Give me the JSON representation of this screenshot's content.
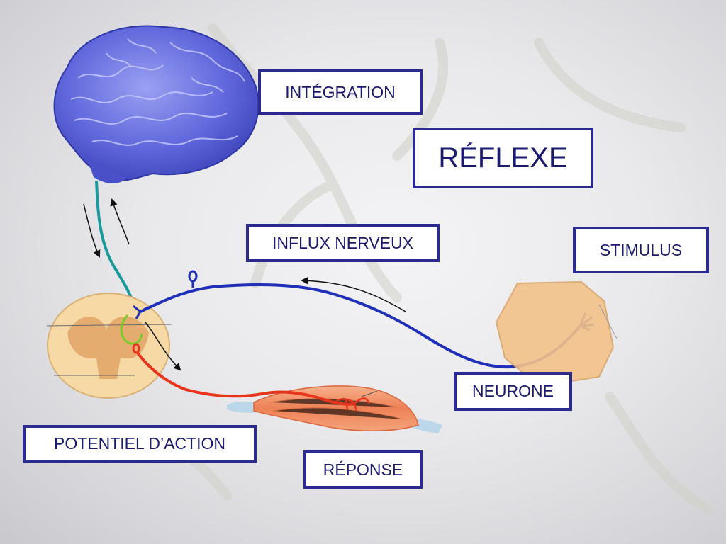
{
  "slide": {
    "title": "RÉFLEXE",
    "labels": {
      "integration": "INTÉGRATION",
      "influx": "INFLUX NERVEUX",
      "stimulus": "STIMULUS",
      "neurone": "NEURONE",
      "potentiel": "POTENTIEL D’ACTION",
      "reponse": "RÉPONSE"
    }
  },
  "colors": {
    "box_border": "#2b2b8f",
    "text": "#1a1a6e",
    "brain": "#5b62d8",
    "sensory_neuron": "#1f2fb8",
    "motor_neuron": "#e8341c",
    "spinal_pathway": "#1a9a9a",
    "interneuron": "#7acc2a",
    "muscle": "#ef8c5e",
    "skin": "#f3c28a"
  },
  "icons": [
    "brain-image",
    "spinal-cord-section",
    "skin-receptor",
    "muscle",
    "arrow"
  ]
}
